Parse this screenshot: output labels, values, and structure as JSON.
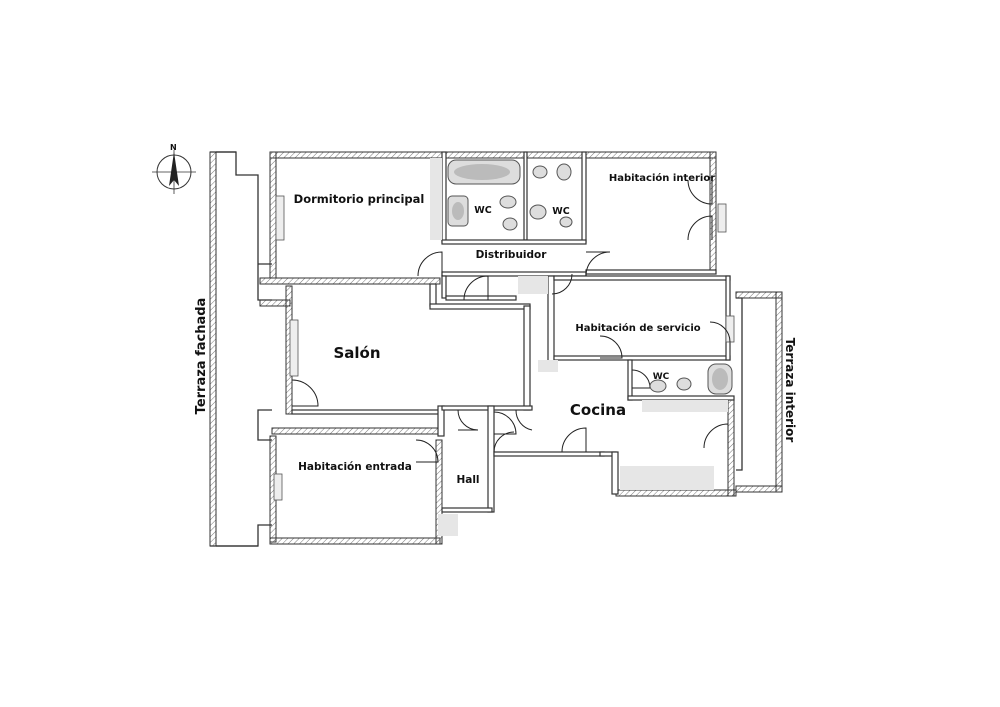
{
  "compass": {
    "label": "N"
  },
  "rooms": {
    "dormitorio": "Dormitorio principal",
    "wc1": "WC",
    "wc2": "WC",
    "habitacion_interior": "Habitación interior",
    "distribuidor": "Distribuidor",
    "salon": "Salón",
    "habitacion_servicio": "Habitación de servicio",
    "wc3": "WC",
    "cocina": "Cocina",
    "habitacion_entrada": "Habitación entrada",
    "hall": "Hall",
    "terraza_fachada": "Terraza fachada",
    "terraza_interior": "Terraza interior"
  }
}
